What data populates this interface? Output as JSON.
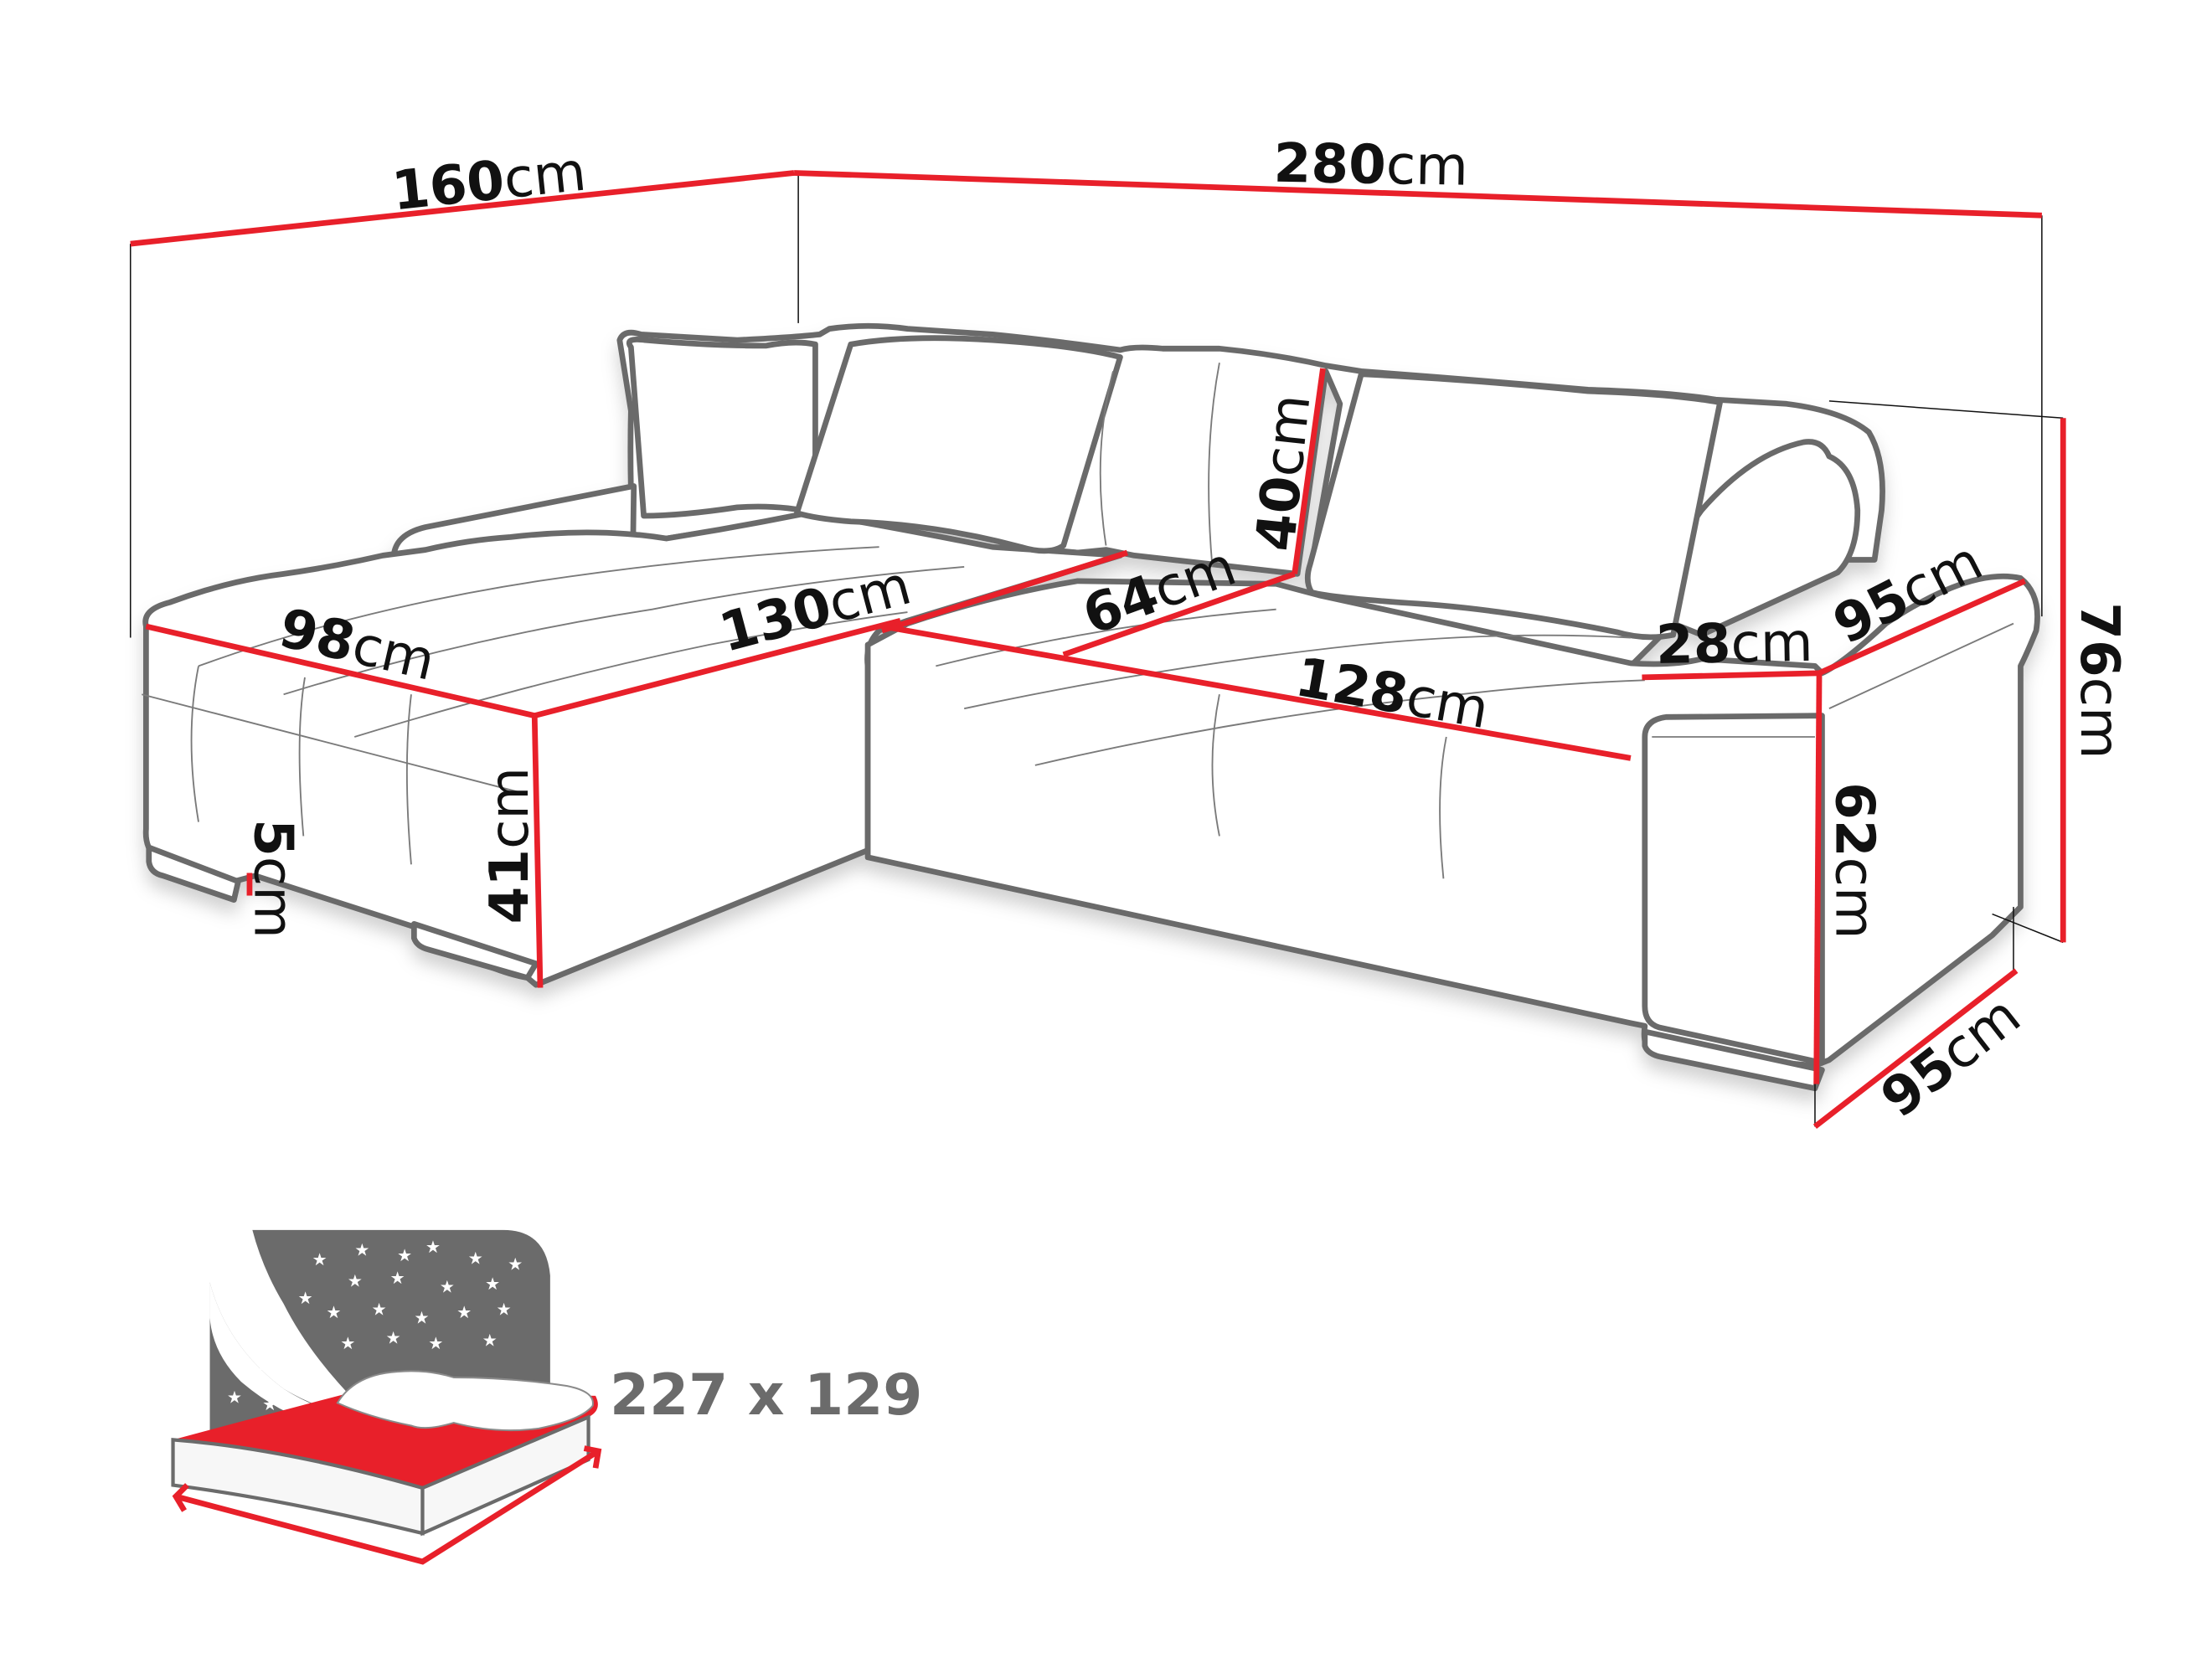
{
  "title": "Corner sofa dimensions diagram",
  "unit": "cm",
  "colors": {
    "dimension_line": "#e8202a",
    "outline": "#6b6b6b",
    "label": "#111111",
    "bed_icon_gray": "#6b6b6b",
    "bed_icon_red": "#e8202a"
  },
  "dimensions": {
    "total_depth_left": {
      "value": "160",
      "unit": "cm"
    },
    "total_width": {
      "value": "280",
      "unit": "cm"
    },
    "chaise_width": {
      "value": "98",
      "unit": "cm"
    },
    "chaise_length": {
      "value": "130",
      "unit": "cm"
    },
    "seat_depth": {
      "value": "64",
      "unit": "cm"
    },
    "backrest_height": {
      "value": "40",
      "unit": "cm"
    },
    "seat_width": {
      "value": "128",
      "unit": "cm"
    },
    "armrest_width": {
      "value": "28",
      "unit": "cm"
    },
    "armrest_depth": {
      "value": "95",
      "unit": "cm"
    },
    "total_height": {
      "value": "76",
      "unit": "cm"
    },
    "seat_height": {
      "value": "41",
      "unit": "cm"
    },
    "leg_height": {
      "value": "5",
      "unit": "cm"
    },
    "armrest_height": {
      "value": "62",
      "unit": "cm"
    },
    "side_depth": {
      "value": "95",
      "unit": "cm"
    }
  },
  "sleeping_area": {
    "label": "227 x 129",
    "icon": "bed-night-icon"
  }
}
